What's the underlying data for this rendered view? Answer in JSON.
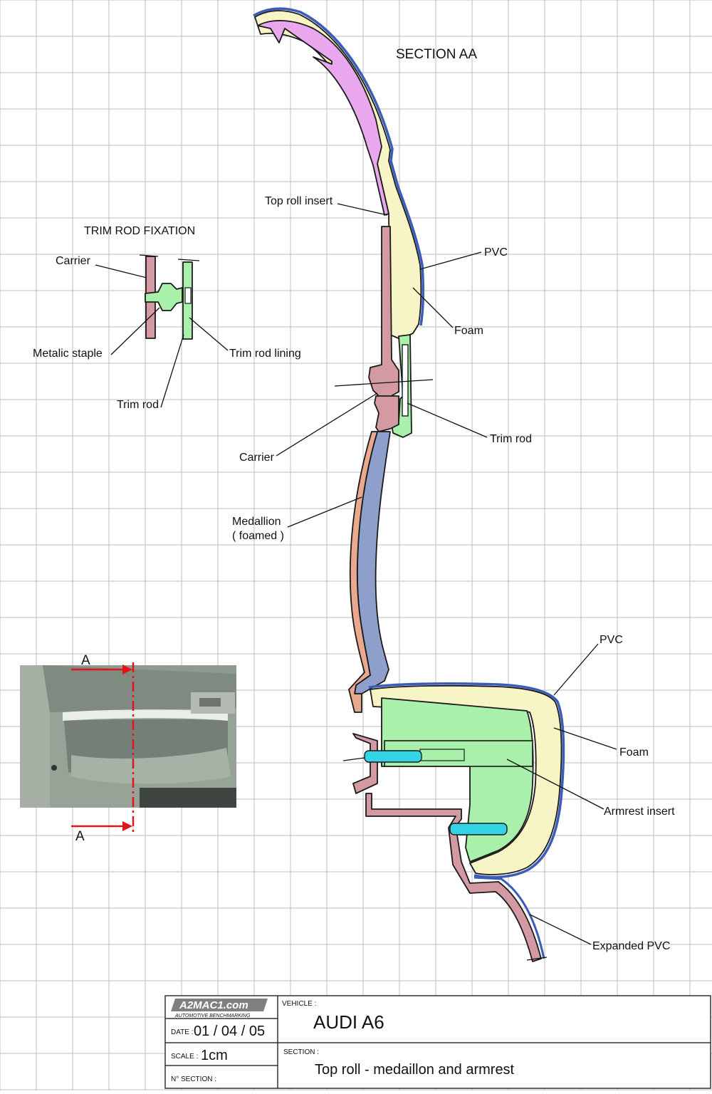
{
  "diagram": {
    "section_title": "SECTION AA",
    "trim_rod_fixation": {
      "title": "TRIM ROD FIXATION",
      "labels": {
        "carrier": "Carrier",
        "metalic_staple": "Metalic staple",
        "trim_rod_lining": "Trim rod lining",
        "trim_rod": "Trim rod"
      }
    },
    "labels": {
      "top_roll_insert": "Top roll insert",
      "pvc_upper": "PVC",
      "foam_upper": "Foam",
      "trim_rod": "Trim rod",
      "carrier": "Carrier",
      "medallion_line1": "Medallion",
      "medallion_line2": "( foamed )",
      "pvc_lower": "PVC",
      "foam_lower": "Foam",
      "armrest_insert": "Armrest insert",
      "expanded_pvc": "Expanded PVC"
    },
    "section_markers": {
      "top": "A",
      "bottom": "A"
    },
    "colors": {
      "foam": "#f7f5c6",
      "carrier": "#d49aa3",
      "insert": "#a9f0ab",
      "medallion": "#8f9fcc",
      "medallion_skin": "#e8a98f",
      "top_roll_insert": "#e9a8ee",
      "pvc": "#3b5cb8",
      "fastener": "#33d4e6",
      "marker": "#e0141a"
    }
  },
  "title_block": {
    "logo": "A2MAC1.com",
    "logo_sub": "AUTOMOTIVE BENCHMARKING",
    "date_label": "DATE :",
    "date_value": "01 / 04 / 05",
    "scale_label": "SCALE :",
    "scale_value": "1cm",
    "section_no_label": "N° SECTION :",
    "vehicle_label": "VEHICLE :",
    "vehicle_value": "AUDI A6",
    "section_label": "SECTION :",
    "section_value": "Top roll - medaillon and armrest"
  }
}
